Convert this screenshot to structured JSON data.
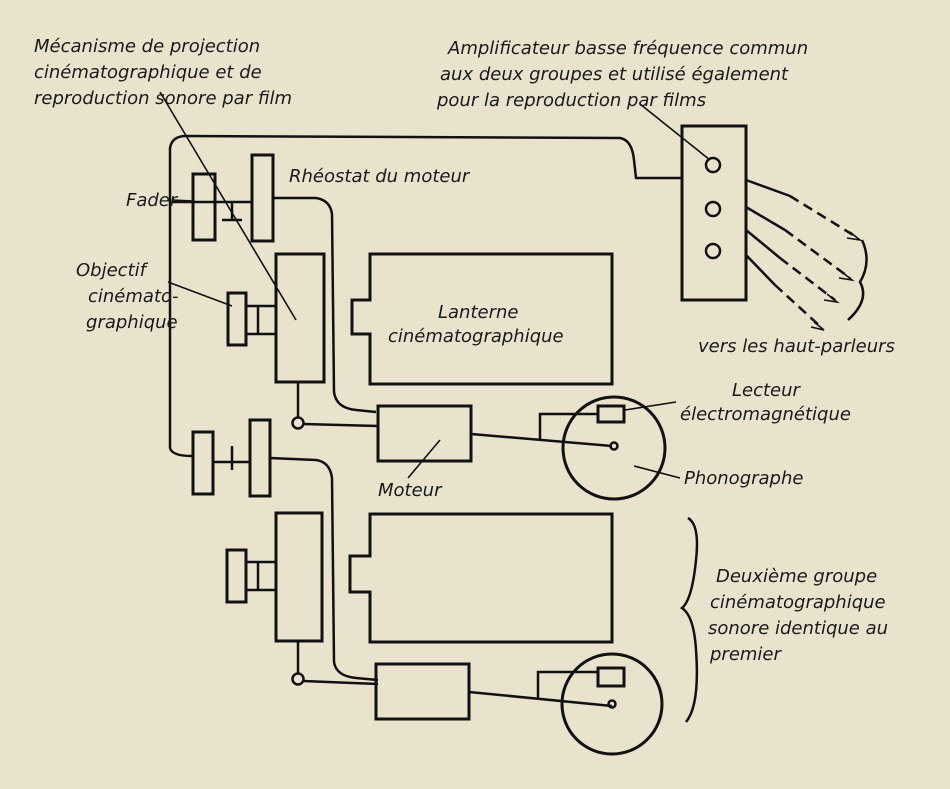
{
  "labels": {
    "mecanisme": [
      "Mécanisme de projection",
      "cinématographique et de",
      "reproduction sonore par film"
    ],
    "amplificateur": [
      "Amplificateur basse fréquence commun",
      "aux deux groupes et utilisé également",
      "pour la reproduction par films"
    ],
    "rheostat": "Rhéostat du moteur",
    "fader": "Fader",
    "objectif": [
      "Objectif",
      "cinémato-",
      "graphique"
    ],
    "lanterne": [
      "Lanterne",
      "cinématographique"
    ],
    "haut_parleurs": "vers les haut-parleurs",
    "lecteur": [
      "Lecteur",
      "électromagnétique"
    ],
    "moteur": "Moteur",
    "phonographe": "Phonographe",
    "deuxieme": [
      "Deuxième groupe",
      "cinématographique",
      "sonore identique au",
      "premier"
    ]
  }
}
